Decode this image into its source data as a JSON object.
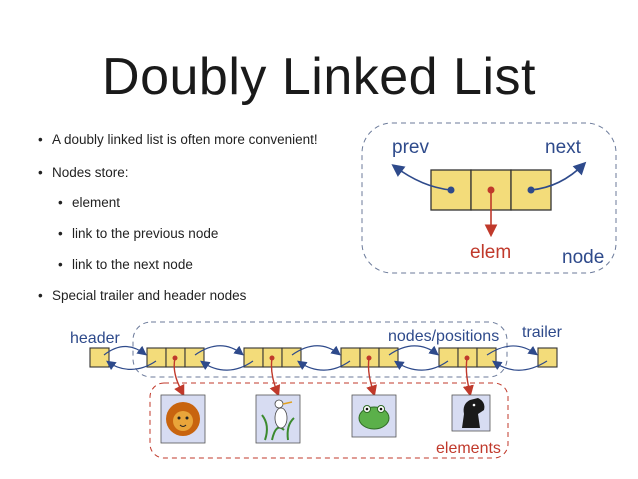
{
  "title": "Doubly Linked List",
  "bullets": [
    {
      "text": "A doubly linked list is often more convenient!",
      "level": 1
    },
    {
      "text": "Nodes store:",
      "level": 1
    },
    {
      "text": "element",
      "level": 2
    },
    {
      "text": "link to the previous node",
      "level": 2
    },
    {
      "text": "link to the next node",
      "level": 2
    },
    {
      "text": "Special trailer and header nodes",
      "level": 1
    }
  ],
  "node_diagram": {
    "prev_label": "prev",
    "next_label": "next",
    "elem_label": "elem",
    "node_label": "node"
  },
  "list_diagram": {
    "header_label": "header",
    "positions_label": "nodes/positions",
    "trailer_label": "trailer",
    "elements_label": "elements",
    "element_icons": [
      "lion-icon",
      "heron-icon",
      "frog-icon",
      "horse-icon"
    ]
  },
  "colors": {
    "node_fill": "#f3dc7a",
    "node_stroke": "#333333",
    "blue": "#2e4a8b",
    "red": "#c0392b"
  }
}
